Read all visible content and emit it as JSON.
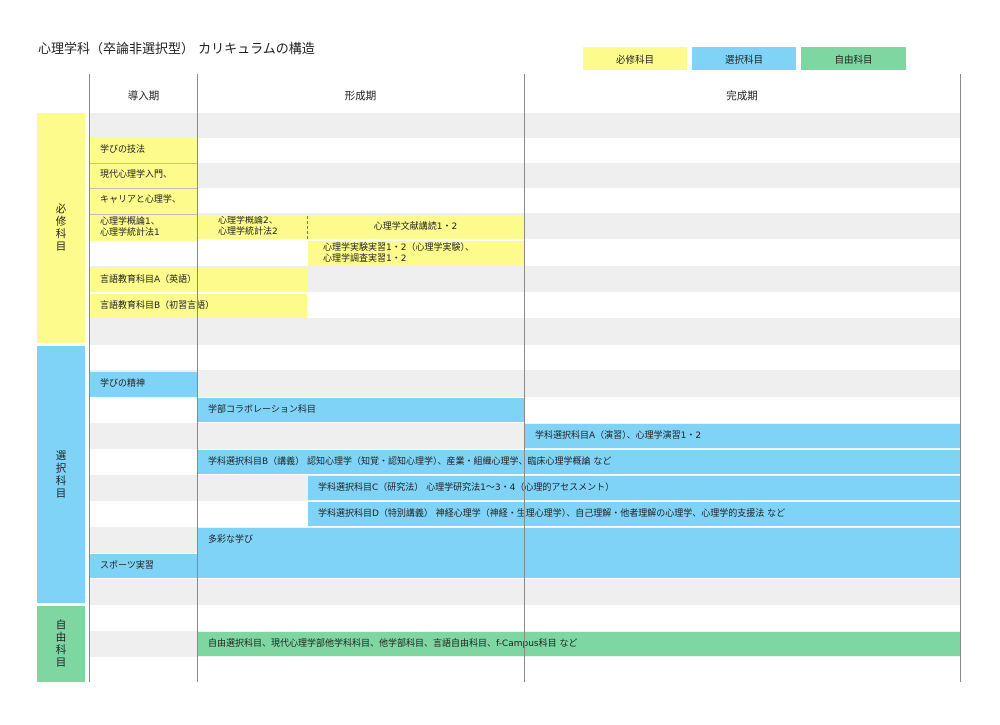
{
  "title": "心理学科（卒論非選択型） カリキュラムの構造",
  "legend": {
    "required": "必修科目",
    "elective": "選択科目",
    "free": "自由科目"
  },
  "colors": {
    "required": "#fdfb8c",
    "elective": "#7fd3f7",
    "free": "#7ed6a1",
    "row_gray": "#efefef",
    "grid_line": "#8a8a8a"
  },
  "periods": {
    "intro": "導入期",
    "formation": "形成期",
    "completion": "完成期"
  },
  "categories": {
    "required": "必修科目",
    "elective": "選択科目",
    "free": "自由科目"
  },
  "required": {
    "manabi_gihou": "学びの技法",
    "gendai_nyumon": "現代心理学入門、",
    "career": "キャリアと心理学、",
    "gairon1": "心理学概論1、",
    "toukei1": "心理学統計法1",
    "gairon2": "心理学概論2、",
    "toukei2": "心理学統計法2",
    "bunken": "心理学文献講読1・2",
    "jikken": "心理学実験実習1・2（心理学実験）、",
    "chousa": "心理学調査実習1・2",
    "gengo_a": "言語教育科目A（英語）",
    "gengo_b": "言語教育科目B（初習言語）"
  },
  "elective": {
    "seishin": "学びの精神",
    "collaboration": "学部コラボレーション科目",
    "a_enshu": "学科選択科目A（演習）、心理学演習1・2",
    "b_kougi": "学科選択科目B（講義） 認知心理学（知覚・認知心理学）、産業・組織心理学、臨床心理学概論 など",
    "c_kenkyu": "学科選択科目C（研究法） 心理学研究法1～3・4（心理的アセスメント）",
    "d_tokubetsu": "学科選択科目D（特別講義） 神経心理学（神経・生理心理学）、自己理解・他者理解の心理学、心理学的支援法 など",
    "tasai": "多彩な学び",
    "sports": "スポーツ実習"
  },
  "free": {
    "jiyu": "自由選択科目、現代心理学部他学科科目、他学部科目、言語自由科目、f-Campus科目 など"
  }
}
